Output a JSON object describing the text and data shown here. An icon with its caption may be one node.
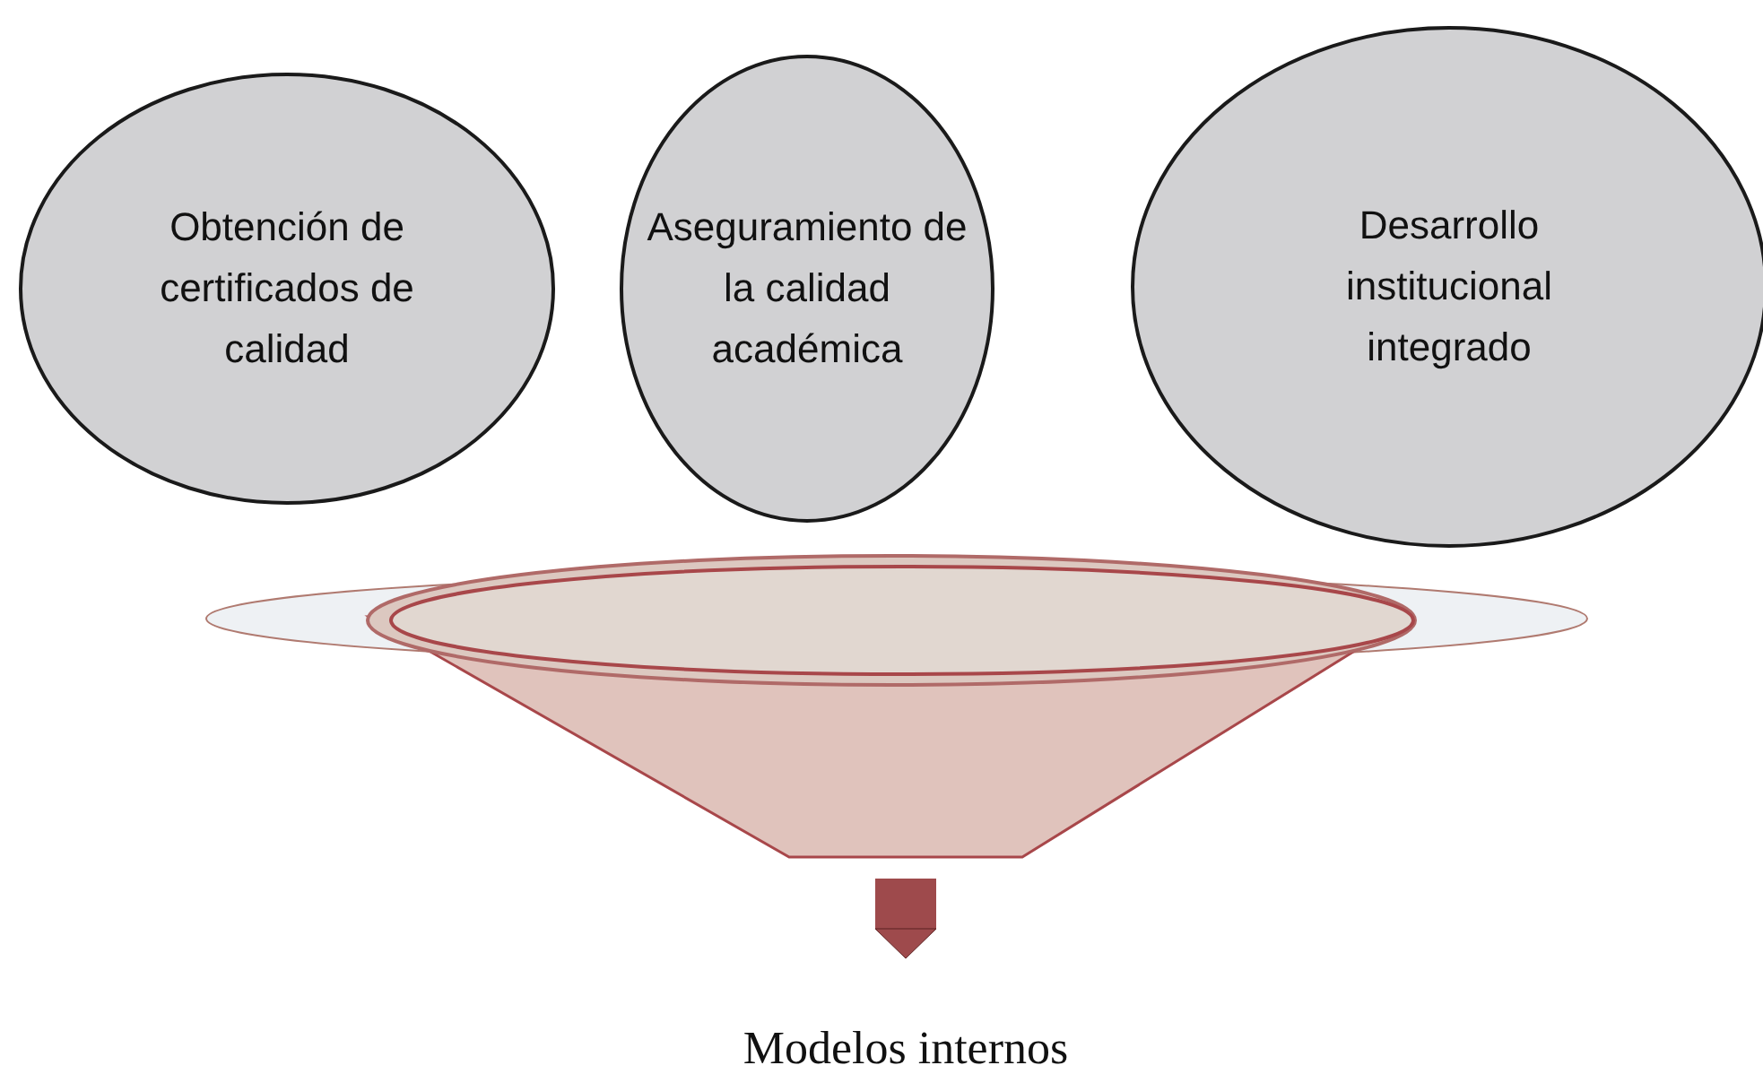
{
  "diagram": {
    "nodes": [
      {
        "text": [
          "Obtención de certificados de calidad"
        ]
      },
      {
        "text": [
          "Aseguramiento de la calidad académica"
        ]
      },
      {
        "text": [
          "Desarrollo institucional integrado"
        ]
      },
      {
        "text": [],
        "shape": "funnel"
      },
      {
        "text": [
          "Modelos internos"
        ]
      }
    ],
    "edges": [
      {
        "from": 3,
        "to": 4,
        "arrow": "to"
      }
    ]
  }
}
